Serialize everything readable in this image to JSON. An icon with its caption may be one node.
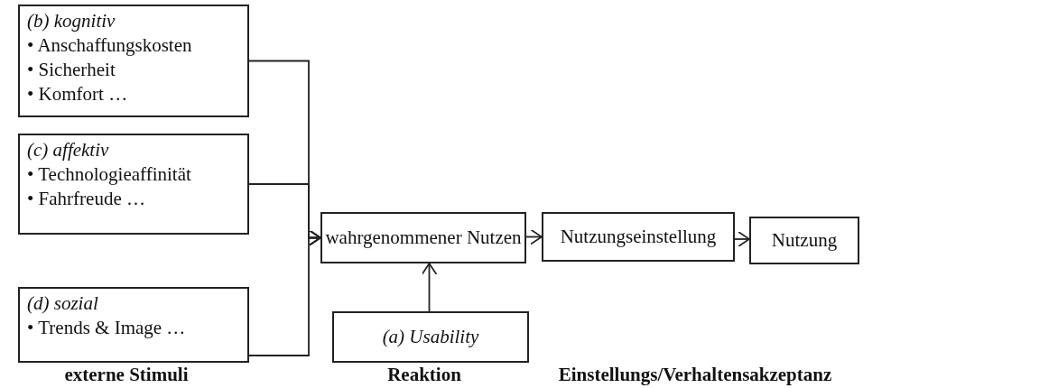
{
  "diagram": {
    "nodes": [
      {
        "text": [
          "(b) kognitiv",
          "• Anschaffungskosten",
          "• Sicherheit",
          "• Komfort …"
        ]
      },
      {
        "text": [
          "(c) affektiv",
          "• Technologieaffinität",
          "• Fahrfreude …"
        ]
      },
      {
        "text": [
          "(d) sozial",
          "• Trends & Image …"
        ]
      },
      {
        "text": [
          "wahrgenommener Nutzen"
        ]
      },
      {
        "text": [
          "Nutzungseinstellung"
        ]
      },
      {
        "text": [
          "Nutzung"
        ]
      },
      {
        "text": [
          "(a) Usability"
        ]
      }
    ],
    "edges": [
      {
        "from": 0,
        "to": 3,
        "arrow": "to"
      },
      {
        "from": 1,
        "to": 3,
        "arrow": "to"
      },
      {
        "from": 2,
        "to": 3,
        "arrow": "to"
      },
      {
        "from": 6,
        "to": 3,
        "arrow": "to"
      },
      {
        "from": 3,
        "to": 4,
        "arrow": "to"
      },
      {
        "from": 4,
        "to": 5,
        "arrow": "to"
      }
    ],
    "labels": [
      "externe Stimuli",
      "Reaktion",
      "Einstellungs/Verhaltensakzeptanz"
    ]
  }
}
